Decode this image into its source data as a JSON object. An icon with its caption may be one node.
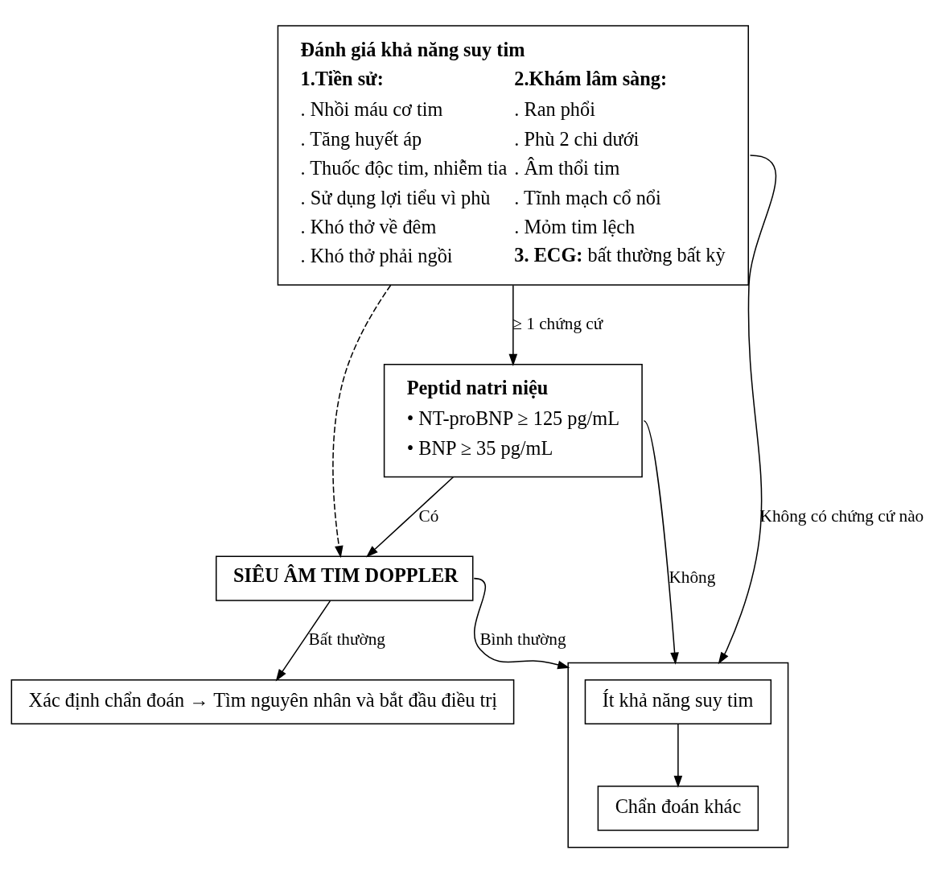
{
  "diagram": {
    "nodes": [
      {
        "text": [
          "Đánh giá khả năng suy tim",
          "1.Tiền sử:",
          ". Nhồi máu cơ tim",
          ". Tăng huyết áp",
          ". Thuốc độc tim, nhiễm tia",
          ". Sử dụng lợi tiểu vì phù",
          ". Khó thở về đêm",
          ". Khó thở phải ngồi",
          "2.Khám lâm sàng:",
          ". Ran phổi",
          ". Phù 2 chi dưới",
          ". Âm thổi tim",
          ". Tĩnh mạch cổ nổi",
          ". Mỏm tim lệch",
          "**3. ECG:** bất thường bất kỳ"
        ]
      },
      {
        "text": [],
        "shape": "box"
      },
      {
        "text": [
          "Ít khả năng suy tim"
        ],
        "in": 1
      },
      {
        "text": [
          "Chẩn đoán khác"
        ],
        "in": 1
      },
      {
        "text": [
          "Peptid natri niệu",
          "• NT-proBNP ≥ 125 pg/mL",
          "• BNP ≥ 35 pg/mL"
        ]
      },
      {
        "text": [
          "SIÊU ÂM TIM DOPPLER"
        ]
      },
      {
        "text": [
          "Xác định chẩn đoán → Tìm nguyên nhân và bắt đầu điều trị"
        ]
      }
    ],
    "edges": [
      {
        "from": 0,
        "to": 4,
        "arrow": "to",
        "label": "≥ 1 chứng cứ"
      },
      {
        "from": 0,
        "to": 1,
        "arrow": "to",
        "label": "Không có chứng cứ nào"
      },
      {
        "from": 0,
        "to": 5,
        "arrow": "to",
        "style": "dashed"
      },
      {
        "from": 2,
        "to": 3,
        "arrow": "to"
      },
      {
        "from": 4,
        "to": 1,
        "arrow": "to",
        "label": "Không"
      },
      {
        "from": 4,
        "to": 5,
        "arrow": "to",
        "label": "Có"
      },
      {
        "from": 5,
        "to": 1,
        "arrow": "to",
        "label": "Bình thường"
      },
      {
        "from": 5,
        "to": 6,
        "arrow": "to",
        "label": "Bất thường"
      }
    ]
  }
}
